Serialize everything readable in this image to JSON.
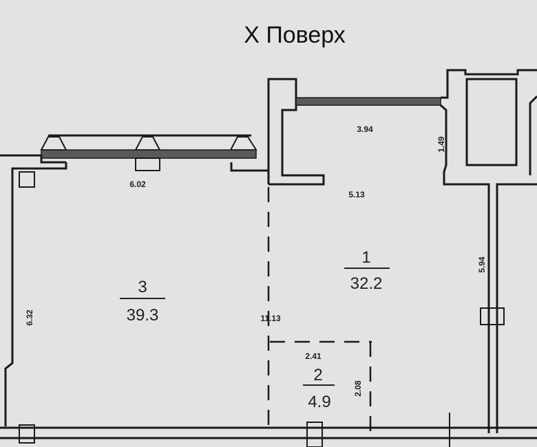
{
  "title": "X Поверх",
  "rooms": [
    {
      "number": "1",
      "area": "32.2"
    },
    {
      "number": "2",
      "area": "4.9"
    },
    {
      "number": "3",
      "area": "39.3"
    }
  ],
  "dimensions": {
    "d_3_94": "3.94",
    "d_1_49": "1.49",
    "d_6_02": "6.02",
    "d_5_13": "5.13",
    "d_5_94": "5.94",
    "d_6_32": "6.32",
    "d_11_13": "11.13",
    "d_2_41": "2.41",
    "d_2_08": "2.08"
  }
}
